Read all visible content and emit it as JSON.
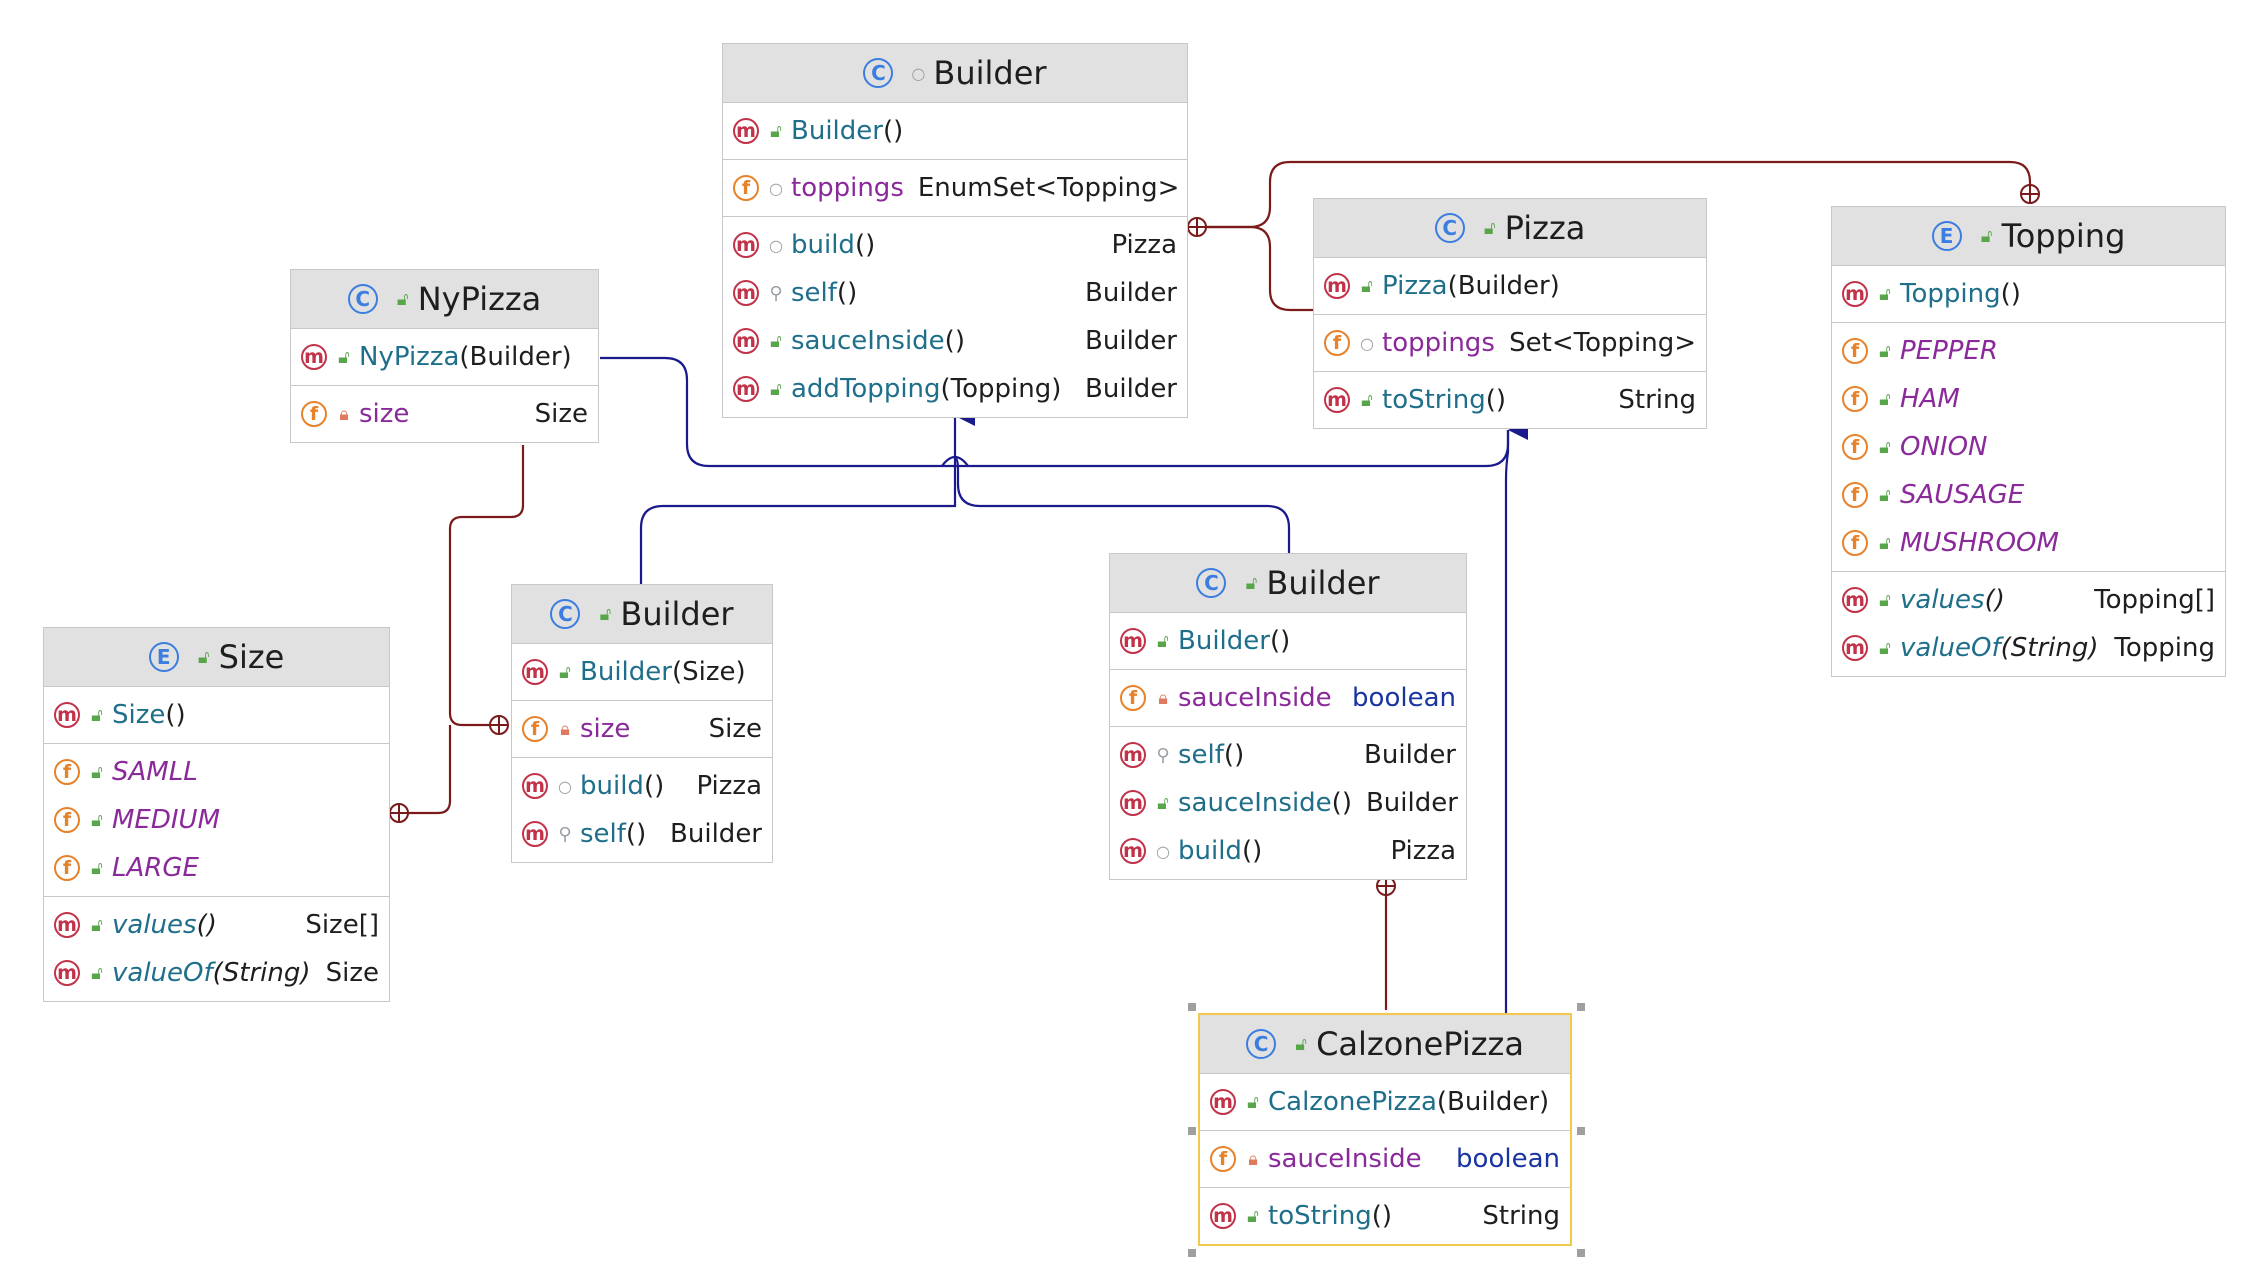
{
  "colors": {
    "generalization": "#1a1a8c",
    "inner_class": "#7a1a1a",
    "selection": "#f2c94c"
  },
  "classes": {
    "pizza_builder": {
      "title": "Builder",
      "members": [
        {
          "icon": "m",
          "vis": "pub",
          "name": "Builder",
          "params": "()",
          "type": ""
        },
        {
          "icon": "f",
          "vis": "pkg",
          "name": "toppings",
          "params": "",
          "type": "EnumSet<Topping>"
        },
        {
          "icon": "m",
          "vis": "pkg",
          "name": "build",
          "params": "()",
          "type": "Pizza"
        },
        {
          "icon": "m",
          "vis": "prot",
          "name": "self",
          "params": "()",
          "type": "Builder"
        },
        {
          "icon": "m",
          "vis": "pub",
          "name": "sauceInside",
          "params": "()",
          "type": "Builder"
        },
        {
          "icon": "m",
          "vis": "pub",
          "name": "addTopping",
          "params": "(Topping)",
          "type": "Builder"
        }
      ]
    },
    "pizza": {
      "title": "Pizza",
      "members": [
        {
          "icon": "m",
          "vis": "pub",
          "name": "Pizza",
          "params": "(Builder)",
          "type": ""
        },
        {
          "icon": "f",
          "vis": "pkg",
          "name": "toppings",
          "params": "",
          "type": "Set<Topping>"
        },
        {
          "icon": "m",
          "vis": "pub",
          "name": "toString",
          "params": "()",
          "type": "String"
        }
      ]
    },
    "topping": {
      "title": "Topping",
      "members": [
        {
          "icon": "m",
          "vis": "pub",
          "name": "Topping",
          "params": "()",
          "type": ""
        },
        {
          "icon": "f",
          "vis": "pub",
          "name": "PEPPER",
          "params": "",
          "type": ""
        },
        {
          "icon": "f",
          "vis": "pub",
          "name": "HAM",
          "params": "",
          "type": ""
        },
        {
          "icon": "f",
          "vis": "pub",
          "name": "ONION",
          "params": "",
          "type": ""
        },
        {
          "icon": "f",
          "vis": "pub",
          "name": "SAUSAGE",
          "params": "",
          "type": ""
        },
        {
          "icon": "f",
          "vis": "pub",
          "name": "MUSHROOM",
          "params": "",
          "type": ""
        },
        {
          "icon": "m",
          "vis": "pub",
          "name": "values",
          "params": "()",
          "type": "Topping[]"
        },
        {
          "icon": "m",
          "vis": "pub",
          "name": "valueOf",
          "params": "(String)",
          "type": "Topping"
        }
      ]
    },
    "nypizza": {
      "title": "NyPizza",
      "members": [
        {
          "icon": "m",
          "vis": "pub",
          "name": "NyPizza",
          "params": "(Builder)",
          "type": ""
        },
        {
          "icon": "f",
          "vis": "priv",
          "name": "size",
          "params": "",
          "type": "Size"
        }
      ]
    },
    "size": {
      "title": "Size",
      "members": [
        {
          "icon": "m",
          "vis": "pub",
          "name": "Size",
          "params": "()",
          "type": ""
        },
        {
          "icon": "f",
          "vis": "pub",
          "name": "SAMLL",
          "params": "",
          "type": ""
        },
        {
          "icon": "f",
          "vis": "pub",
          "name": "MEDIUM",
          "params": "",
          "type": ""
        },
        {
          "icon": "f",
          "vis": "pub",
          "name": "LARGE",
          "params": "",
          "type": ""
        },
        {
          "icon": "m",
          "vis": "pub",
          "name": "values",
          "params": "()",
          "type": "Size[]"
        },
        {
          "icon": "m",
          "vis": "pub",
          "name": "valueOf",
          "params": "(String)",
          "type": "Size"
        }
      ]
    },
    "ny_builder": {
      "title": "Builder",
      "members": [
        {
          "icon": "m",
          "vis": "pub",
          "name": "Builder",
          "params": "(Size)",
          "type": ""
        },
        {
          "icon": "f",
          "vis": "priv",
          "name": "size",
          "params": "",
          "type": "Size"
        },
        {
          "icon": "m",
          "vis": "pkg",
          "name": "build",
          "params": "()",
          "type": "Pizza"
        },
        {
          "icon": "m",
          "vis": "prot",
          "name": "self",
          "params": "()",
          "type": "Builder"
        }
      ]
    },
    "calzone_builder": {
      "title": "Builder",
      "members": [
        {
          "icon": "m",
          "vis": "pub",
          "name": "Builder",
          "params": "()",
          "type": ""
        },
        {
          "icon": "f",
          "vis": "priv",
          "name": "sauceInside",
          "params": "",
          "type": "boolean"
        },
        {
          "icon": "m",
          "vis": "prot",
          "name": "self",
          "params": "()",
          "type": "Builder"
        },
        {
          "icon": "m",
          "vis": "pub",
          "name": "sauceInside",
          "params": "()",
          "type": "Builder"
        },
        {
          "icon": "m",
          "vis": "pkg",
          "name": "build",
          "params": "()",
          "type": "Pizza"
        }
      ]
    },
    "calzone": {
      "title": "CalzonePizza",
      "members": [
        {
          "icon": "m",
          "vis": "pub",
          "name": "CalzonePizza",
          "params": "(Builder)",
          "type": ""
        },
        {
          "icon": "f",
          "vis": "priv",
          "name": "sauceInside",
          "params": "",
          "type": "boolean"
        },
        {
          "icon": "m",
          "vis": "pub",
          "name": "toString",
          "params": "()",
          "type": "String"
        }
      ]
    }
  }
}
